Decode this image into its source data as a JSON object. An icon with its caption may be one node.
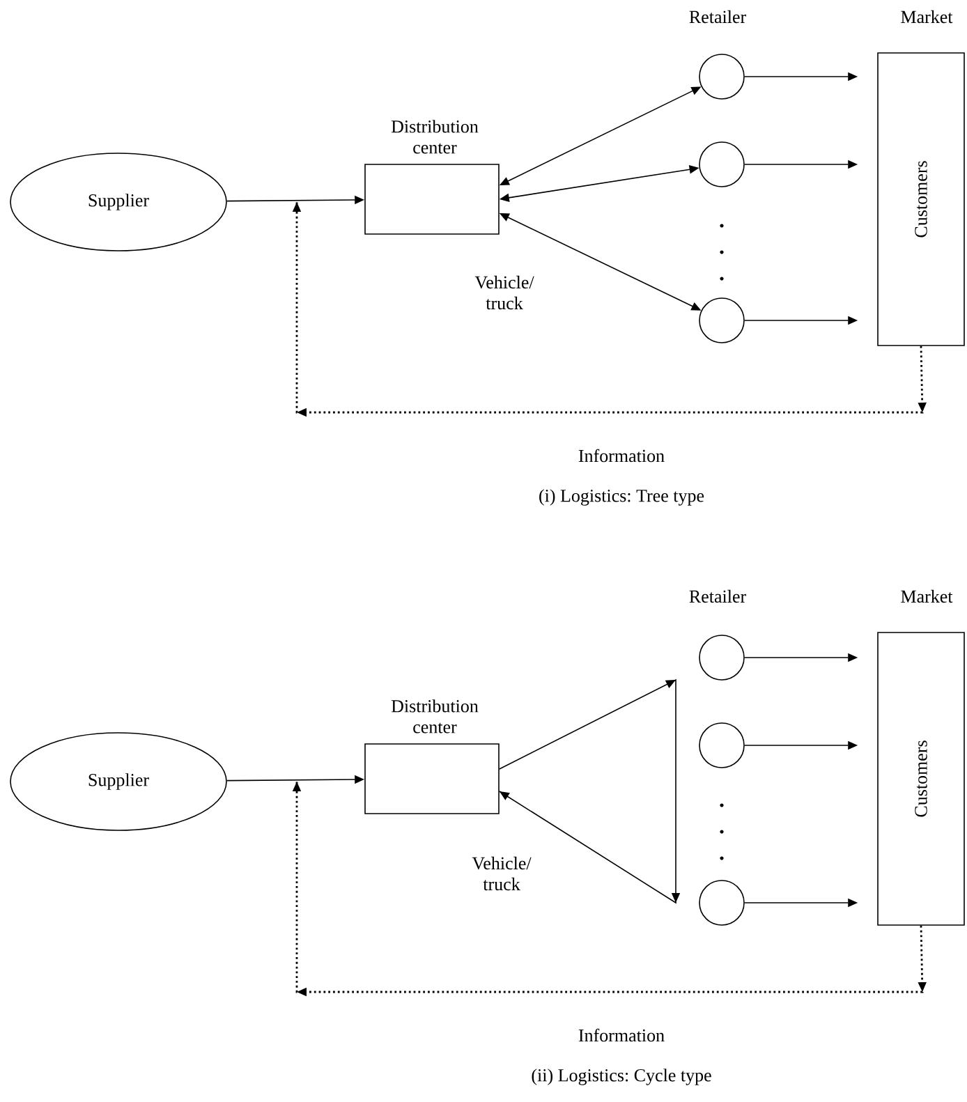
{
  "diagram": {
    "nodes": [
      {
        "text": [
          "Supplier"
        ]
      },
      {
        "text": [
          "Distribution center"
        ]
      },
      {
        "text": [],
        "shape": "circle"
      },
      {
        "text": [],
        "shape": "circle"
      },
      {
        "text": [],
        "shape": "circle"
      },
      {
        "text": [
          "Customers"
        ]
      },
      {
        "text": [
          "Supplier"
        ]
      },
      {
        "text": [
          "Distribution center"
        ]
      },
      {
        "text": [],
        "shape": "circle"
      },
      {
        "text": [],
        "shape": "circle"
      },
      {
        "text": [],
        "shape": "circle"
      },
      {
        "text": [
          "Customers"
        ]
      }
    ],
    "edges": [
      {
        "from": 0,
        "to": 1,
        "arrow": "to"
      },
      {
        "from": 1,
        "to": 2,
        "arrow": "both"
      },
      {
        "from": 1,
        "to": 3,
        "arrow": "both"
      },
      {
        "from": 1,
        "to": 4,
        "arrow": "both"
      },
      {
        "from": 2,
        "to": 5,
        "arrow": "to"
      },
      {
        "from": 3,
        "to": 5,
        "arrow": "to"
      },
      {
        "from": 4,
        "to": 5,
        "arrow": "to"
      },
      {
        "from": 5,
        "to": null,
        "arrow": "to",
        "style": "dashed",
        "label": "Information"
      },
      {
        "from": 6,
        "to": 7,
        "arrow": "to"
      },
      {
        "from": 7,
        "to": 7,
        "arrow": "to"
      },
      {
        "from": 8,
        "to": 11,
        "arrow": "to"
      },
      {
        "from": 9,
        "to": 11,
        "arrow": "to"
      },
      {
        "from": 10,
        "to": 11,
        "arrow": "to"
      },
      {
        "from": 11,
        "to": null,
        "arrow": "to",
        "style": "dashed",
        "label": "Information"
      }
    ],
    "labels": [
      "Retailer",
      "Market",
      "Vehicle/ truck",
      "(i) Logistics: Tree type",
      "Retailer",
      "Market",
      "Vehicle/ truck",
      "(ii) Logistics: Cycle type"
    ]
  }
}
